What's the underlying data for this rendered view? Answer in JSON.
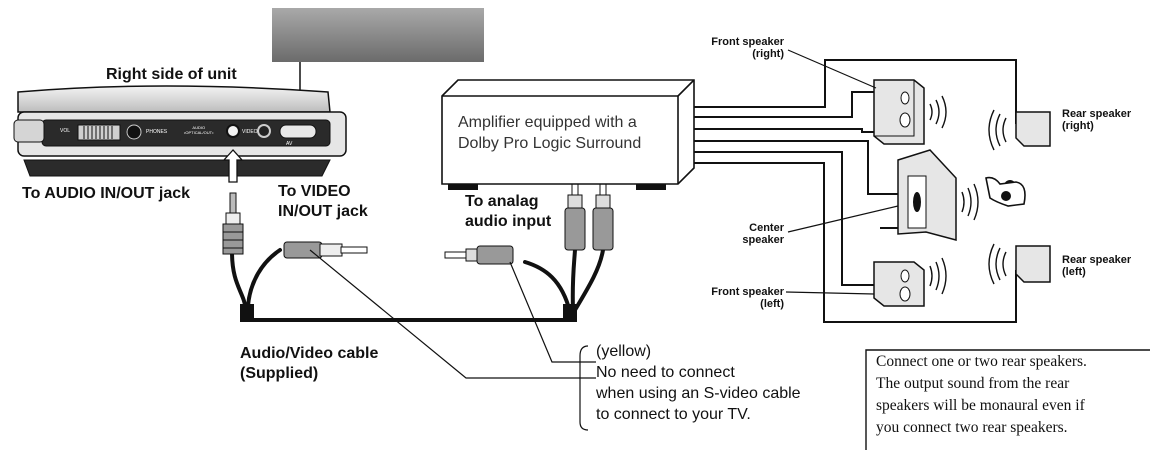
{
  "unit": {
    "title": "Right side of unit",
    "panel": {
      "vol": "VOL",
      "phones": "PHONES",
      "audio": "AUDIO\n•OPTICAL/OUT•",
      "video": "VIDEO",
      "av": "AV"
    }
  },
  "labels": {
    "audio_jack": "To AUDIO IN/OUT jack",
    "video_jack": "To VIDEO\nIN/OUT jack",
    "analog_input": "To analag\naudio input",
    "cable": "Audio/Video cable\n(Supplied)",
    "yellow_note": "(yellow)\nNo need to connect\nwhen using an S-video cable\nto connect to your TV."
  },
  "amplifier": {
    "text": "Amplifier equipped with a\nDolby Pro Logic Surround"
  },
  "speakers": {
    "front_right": "Front speaker\n(right)",
    "rear_right": "Rear speaker\n(right)",
    "center": "Center\nspeaker",
    "front_left": "Front speaker\n(left)",
    "rear_left": "Rear speaker\n(left)"
  },
  "rear_note": "Connect one or two rear speakers.\nThe output sound from the rear\nspeakers will be monaural even if\nyou connect two rear speakers."
}
